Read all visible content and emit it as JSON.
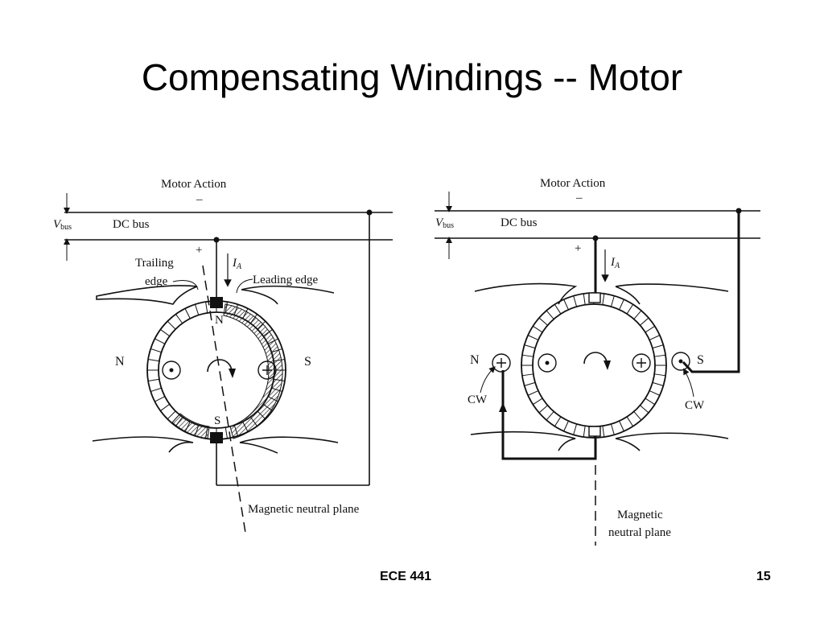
{
  "slide": {
    "title": "Compensating Windings -- Motor",
    "footer_course": "ECE 441",
    "page_number": "15"
  },
  "diagram_left": {
    "heading": "Motor Action",
    "minus": "–",
    "vbus": "V",
    "vbus_sub": "bus",
    "dc_bus": "DC bus",
    "plus": "+",
    "trailing_edge_1": "Trailing",
    "trailing_edge_2": "edge",
    "current_i": "I",
    "current_sub": "A",
    "leading_edge": "Leading edge",
    "pole_n_brush": "N",
    "pole_s_brush": "S",
    "field_n": "N",
    "field_s": "S",
    "neutral_plane": "Magnetic neutral plane"
  },
  "diagram_right": {
    "heading": "Motor Action",
    "minus": "–",
    "vbus": "V",
    "vbus_sub": "bus",
    "dc_bus": "DC bus",
    "plus": "+",
    "current_i": "I",
    "current_sub": "A",
    "field_n": "N",
    "field_s": "S",
    "cw_left": "CW",
    "cw_right": "CW",
    "neutral_plane_1": "Magnetic",
    "neutral_plane_2": "neutral plane"
  }
}
